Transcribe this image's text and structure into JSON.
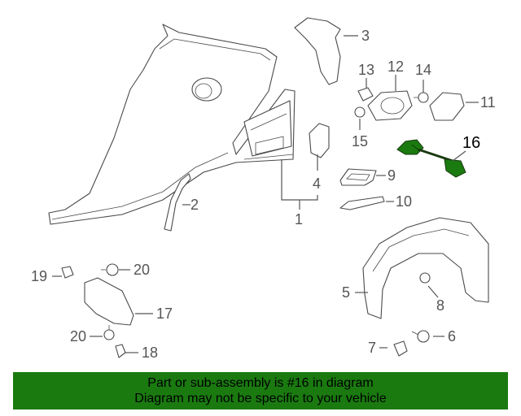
{
  "diagram": {
    "callouts": [
      {
        "id": "1",
        "label": "1"
      },
      {
        "id": "2",
        "label": "2"
      },
      {
        "id": "3",
        "label": "3"
      },
      {
        "id": "4",
        "label": "4"
      },
      {
        "id": "5",
        "label": "5"
      },
      {
        "id": "6",
        "label": "6"
      },
      {
        "id": "7",
        "label": "7"
      },
      {
        "id": "8",
        "label": "8"
      },
      {
        "id": "9",
        "label": "9"
      },
      {
        "id": "10",
        "label": "10"
      },
      {
        "id": "11",
        "label": "11"
      },
      {
        "id": "12",
        "label": "12"
      },
      {
        "id": "13",
        "label": "13"
      },
      {
        "id": "14",
        "label": "14"
      },
      {
        "id": "15",
        "label": "15"
      },
      {
        "id": "16",
        "label": "16"
      },
      {
        "id": "17",
        "label": "17"
      },
      {
        "id": "18",
        "label": "18"
      },
      {
        "id": "19",
        "label": "19"
      },
      {
        "id": "20a",
        "label": "20"
      },
      {
        "id": "20b",
        "label": "20"
      }
    ],
    "highlighted_part": "16",
    "highlight_color": "#1a7a10"
  },
  "footer": {
    "line1": "Part or sub-assembly is #16 in diagram",
    "line2": "Diagram may not be specific to your vehicle",
    "background": "#1a7a10"
  }
}
